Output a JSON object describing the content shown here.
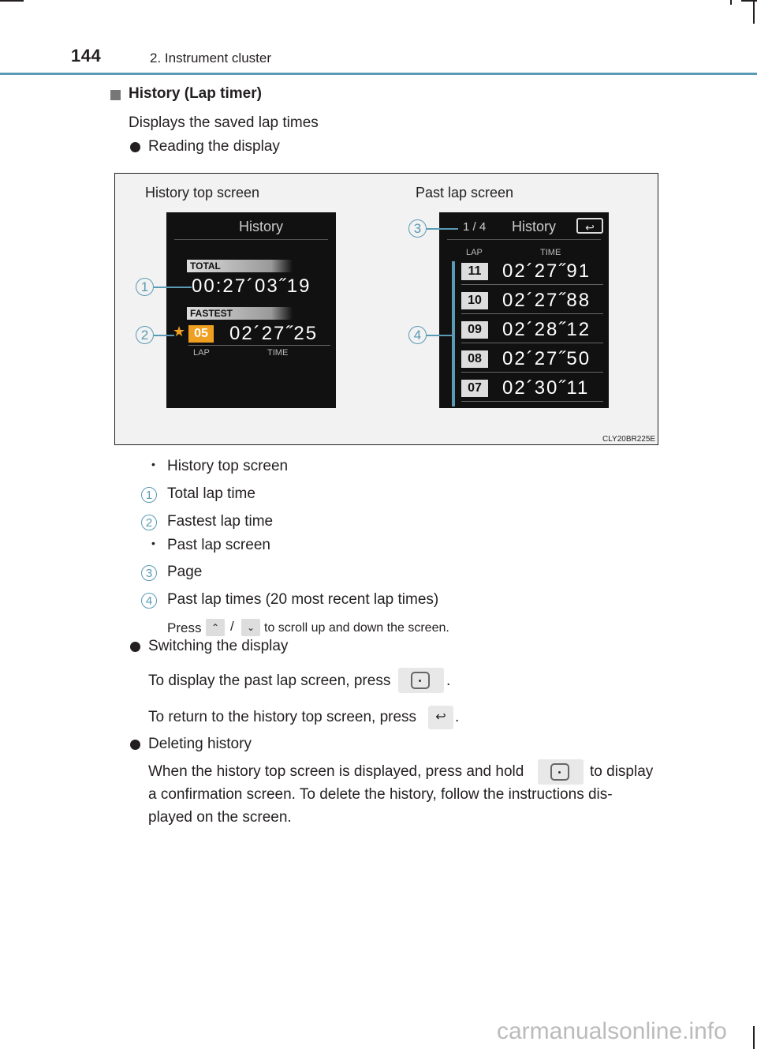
{
  "header": {
    "page_number": "144",
    "section": "2. Instrument cluster"
  },
  "heading": "History (Lap timer)",
  "intro": "Displays the saved lap times",
  "reading_bullet": "Reading the display",
  "figure": {
    "left_caption": "History top screen",
    "right_caption": "Past lap screen",
    "code": "CLY20BR225E",
    "left_screen": {
      "title": "History",
      "total_label": "TOTAL",
      "total_value": "00:27´03˝19",
      "fastest_label": "FASTEST",
      "fastest_lap": "05",
      "fastest_time": "02´27˝25",
      "lap_header": "LAP",
      "time_header": "TIME"
    },
    "right_screen": {
      "page": "1 / 4",
      "title": "History",
      "lap_header": "LAP",
      "time_header": "TIME",
      "rows": [
        {
          "lap": "11",
          "time": "02´27˝91"
        },
        {
          "lap": "10",
          "time": "02´27˝88"
        },
        {
          "lap": "09",
          "time": "02´28˝12"
        },
        {
          "lap": "08",
          "time": "02´27˝50"
        },
        {
          "lap": "07",
          "time": "02´30˝11"
        }
      ]
    },
    "callouts": [
      "1",
      "2",
      "3",
      "4"
    ]
  },
  "legend": {
    "top_screen": "History top screen",
    "item1": "Total lap time",
    "item2": "Fastest lap time",
    "past_screen": "Past lap screen",
    "item3": "Page",
    "item4": "Past lap times (20 most recent lap times)",
    "press_prefix": "Press",
    "press_sep": "/",
    "press_suffix": "to scroll up and down the screen."
  },
  "switching": {
    "title": "Switching the display",
    "line1": "To display the past lap screen, press",
    "line1_end": ".",
    "line2": "To return to the history top screen, press",
    "line2_end": "."
  },
  "deleting": {
    "title": "Deleting history",
    "line1a": "When the history top screen is displayed, press and hold",
    "line1b": "to display",
    "line2": "a confirmation screen. To delete the history, follow the instructions dis-",
    "line3": "played on the screen."
  },
  "watermark": "carmanualsonline.info"
}
